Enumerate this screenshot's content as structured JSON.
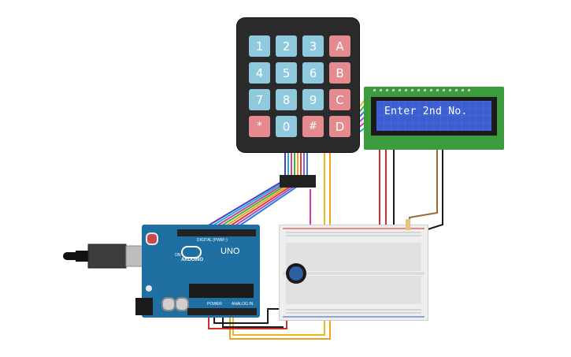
{
  "keypad": {
    "keys": [
      {
        "label": "1",
        "kind": "num"
      },
      {
        "label": "2",
        "kind": "num"
      },
      {
        "label": "3",
        "kind": "num"
      },
      {
        "label": "A",
        "kind": "alpha"
      },
      {
        "label": "4",
        "kind": "num"
      },
      {
        "label": "5",
        "kind": "num"
      },
      {
        "label": "6",
        "kind": "num"
      },
      {
        "label": "B",
        "kind": "alpha"
      },
      {
        "label": "7",
        "kind": "num"
      },
      {
        "label": "8",
        "kind": "num"
      },
      {
        "label": "9",
        "kind": "num"
      },
      {
        "label": "C",
        "kind": "alpha"
      },
      {
        "label": "*",
        "kind": "sym"
      },
      {
        "label": "0",
        "kind": "zero"
      },
      {
        "label": "#",
        "kind": "sym"
      },
      {
        "label": "D",
        "kind": "alpha"
      }
    ]
  },
  "lcd": {
    "text": "Enter 2nd No."
  },
  "arduino": {
    "brand": "ARDUINO",
    "model": "UNO",
    "header_digital": "DIGITAL (PWM~)",
    "header_power": "POWER",
    "header_analog": "ANALOG IN",
    "led_on": "ON"
  },
  "colors": {
    "keypad_body": "#2a2a2a",
    "key_blue": "#8fc9de",
    "key_red": "#e58a8f",
    "lcd_pcb": "#3c9b3c",
    "lcd_screen": "#3b5fd0",
    "arduino_pcb": "#1f6fa3",
    "breadboard": "#eeeeee",
    "wire_red": "#d62b2b",
    "wire_black": "#1a1a1a",
    "wire_yellow": "#e8b81c",
    "wire_orange": "#f0a020",
    "wire_pink": "#d93aa0",
    "wire_brown": "#9a6a3a"
  }
}
